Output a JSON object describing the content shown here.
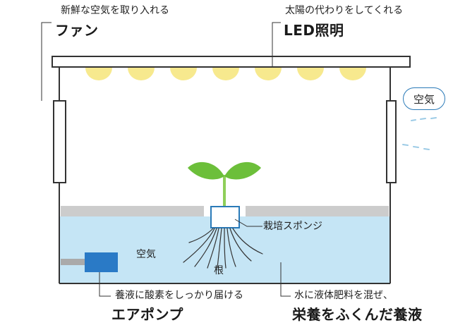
{
  "labels": {
    "fan_desc": "新鮮な空気を取り入れる",
    "fan_title": "ファン",
    "led_desc": "太陽の代わりをしてくれる",
    "led_title": "LED照明",
    "air_bubble": "空気",
    "sponge": "栽培スポンジ",
    "air_inner": "空気",
    "root": "根",
    "pump_desc": "養液に酸素をしっかり届ける",
    "pump_title": "エアポンプ",
    "solution_desc": "水に液体肥料を混ぜ、",
    "solution_title": "栄養をふくんだ養液"
  },
  "colors": {
    "frame": "#333333",
    "led": "#f7e98e",
    "water": "#c5e5f5",
    "tray": "#cccccc",
    "leaf": "#6cbf3a",
    "stem": "#8fcf5a",
    "pump": "#2a7ac6",
    "pump_tube": "#aaaaaa",
    "leader": "#333333",
    "airflow": "#9ccbe6"
  }
}
